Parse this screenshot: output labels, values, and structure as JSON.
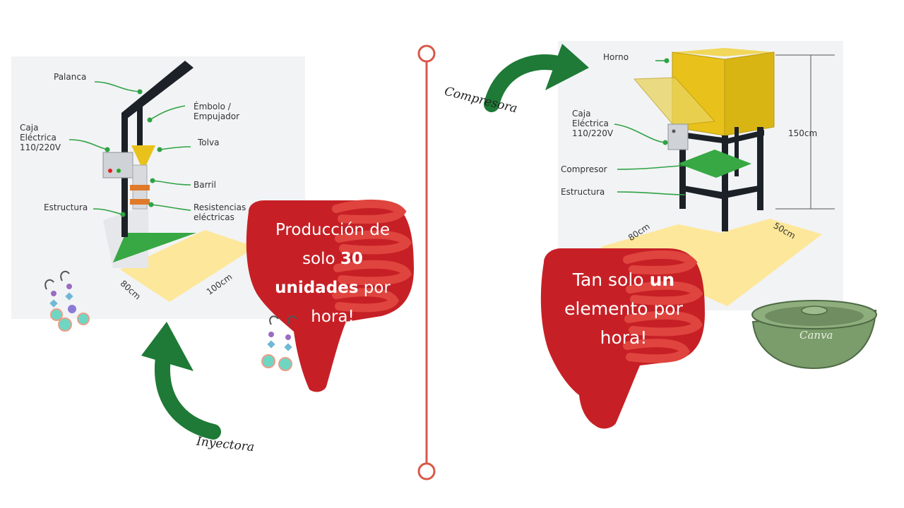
{
  "left_diagram": {
    "labels": {
      "palanca": "Palanca",
      "embolo": "Émbolo /\nEmpujador",
      "caja": "Caja\nEléctrica\n110/220V",
      "tolva": "Tolva",
      "barril": "Barril",
      "estructura": "Estructura",
      "resistencias": "Resistencias\neléctricas"
    },
    "dimensions": {
      "depth": "80cm",
      "width": "100cm"
    },
    "handwritten_label": "Inyectora"
  },
  "right_diagram": {
    "labels": {
      "horno": "Horno",
      "caja": "Caja\nEléctrica\n110/220V",
      "compresor": "Compresor",
      "estructura": "Estructura"
    },
    "dimensions": {
      "height": "150cm",
      "depth": "80cm",
      "width": "50cm"
    },
    "handwritten_label": "Compresora"
  },
  "left_callout": {
    "line1": "Producción de",
    "line2_pre": "solo ",
    "line2_bold": "30",
    "line3_bold": "unidades",
    "line3_post": " por",
    "line4": "hora!"
  },
  "right_callout": {
    "line1_pre": "Tan solo ",
    "line1_bold": "un",
    "line2": "elemento por",
    "line3": "hora!"
  },
  "watermark": "Canva",
  "colors": {
    "timeline": "#d9584a",
    "arrow_green": "#1e7a36",
    "thumb_red": "#c62026",
    "thumb_highlight": "#e0443e",
    "machine_yellow": "#e8c21a",
    "platform_green": "#37a843",
    "floor_yellow": "#fde79a",
    "bowl_green": "#7b9c6b"
  }
}
